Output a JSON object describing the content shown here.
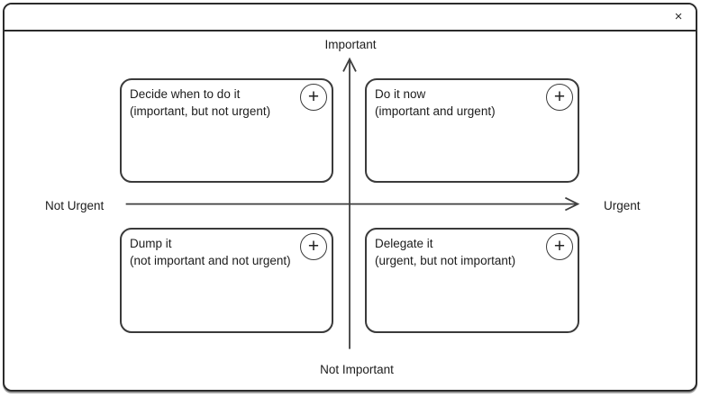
{
  "window": {
    "icons": {
      "close": "×",
      "add": "+"
    }
  },
  "matrix": {
    "axis_labels": {
      "top": "Important",
      "bottom": "Not Important",
      "left": "Not Urgent",
      "right": "Urgent"
    },
    "quadrants": [
      {
        "key": "important-not-urgent",
        "title": "Decide when to do it",
        "subtitle": "(important, but not urgent)"
      },
      {
        "key": "important-urgent",
        "title": "Do it now",
        "subtitle": "(important and urgent)"
      },
      {
        "key": "not-important-not-urgent",
        "title": "Dump it",
        "subtitle": "(not important and not urgent)"
      },
      {
        "key": "urgent-not-important",
        "title": "Delegate it",
        "subtitle": "(urgent, but not important)"
      }
    ],
    "colors": {
      "line": "#3f3f3f",
      "card_border": "#3a3a3a",
      "text": "#1c1c1c",
      "window_border": "#2b2b2b",
      "background": "#ffffff"
    }
  }
}
